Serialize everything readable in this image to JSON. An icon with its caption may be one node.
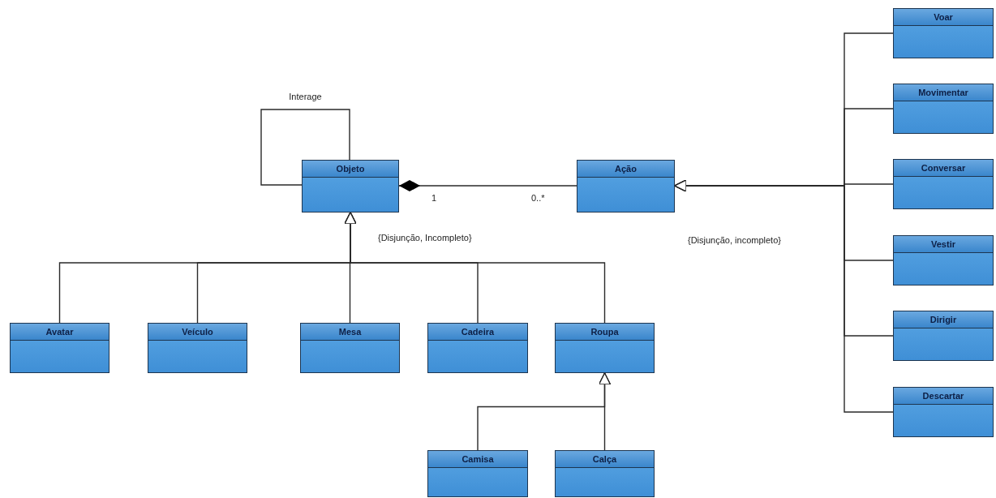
{
  "diagram": {
    "nodes": [
      {
        "text": [
          "Objeto"
        ]
      },
      {
        "text": [
          "Ação"
        ]
      },
      {
        "text": [
          "Avatar"
        ]
      },
      {
        "text": [
          "Veículo"
        ]
      },
      {
        "text": [
          "Mesa"
        ]
      },
      {
        "text": [
          "Cadeira"
        ]
      },
      {
        "text": [
          "Roupa"
        ]
      },
      {
        "text": [
          "Camisa"
        ]
      },
      {
        "text": [
          "Calça"
        ]
      },
      {
        "text": [
          "Voar"
        ]
      },
      {
        "text": [
          "Movimentar"
        ]
      },
      {
        "text": [
          "Conversar"
        ]
      },
      {
        "text": [
          "Vestir"
        ]
      },
      {
        "text": [
          "Dirigir"
        ]
      },
      {
        "text": [
          "Descartar"
        ]
      }
    ],
    "edges": [
      {
        "from": 0,
        "to": 0,
        "arrow": "none",
        "label": "Interage"
      },
      {
        "from": 0,
        "to": 1,
        "arrow": "other"
      },
      {
        "from": 2,
        "to": 0,
        "arrow": "to"
      },
      {
        "from": 3,
        "to": 0,
        "arrow": "to"
      },
      {
        "from": 4,
        "to": 0,
        "arrow": "to"
      },
      {
        "from": 5,
        "to": 0,
        "arrow": "to"
      },
      {
        "from": 6,
        "to": 0,
        "arrow": "to"
      },
      {
        "from": 7,
        "to": 6,
        "arrow": "to"
      },
      {
        "from": 8,
        "to": 6,
        "arrow": "to"
      },
      {
        "from": 9,
        "to": 1,
        "arrow": "to"
      },
      {
        "from": 10,
        "to": 1,
        "arrow": "to"
      },
      {
        "from": 11,
        "to": 1,
        "arrow": "to"
      },
      {
        "from": 12,
        "to": 1,
        "arrow": "to"
      },
      {
        "from": 13,
        "to": 1,
        "arrow": "to"
      },
      {
        "from": 14,
        "to": 1,
        "arrow": "to"
      }
    ],
    "labels": [
      "1",
      "0..*",
      "{Disjunção, Incompleto}",
      "{Disjunção, incompleto}"
    ]
  }
}
